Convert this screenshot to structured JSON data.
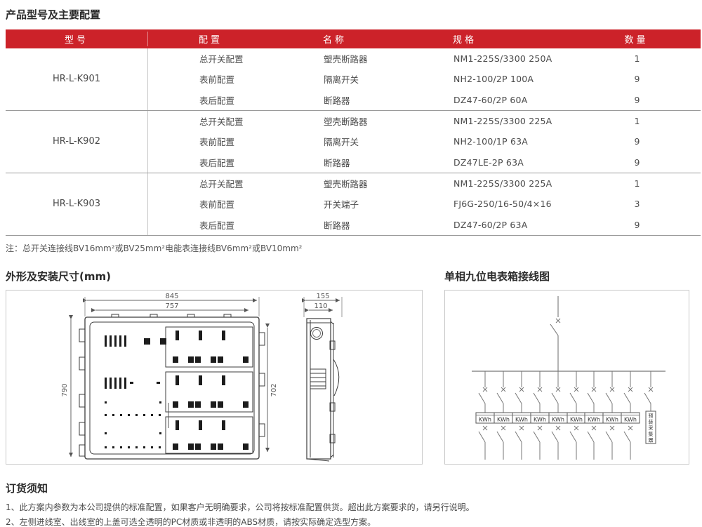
{
  "page": {
    "title": "产品型号及主要配置"
  },
  "colors": {
    "accent_red": "#CC2229",
    "body_text": "#4a4a4a",
    "line_gray": "#9a9a9a"
  },
  "table": {
    "headers": [
      "型号",
      "配置",
      "名称",
      "规格",
      "数量"
    ],
    "groups": [
      {
        "model": "HR-L-K901",
        "rows": [
          [
            "总开关配置",
            "塑壳断路器",
            "NM1-225S/3300  250A",
            "1"
          ],
          [
            "表前配置",
            "隔离开关",
            "NH2-100/2P  100A",
            "9"
          ],
          [
            "表后配置",
            "断路器",
            "DZ47-60/2P  60A",
            "9"
          ]
        ]
      },
      {
        "model": "HR-L-K902",
        "rows": [
          [
            "总开关配置",
            "塑壳断路器",
            "NM1-225S/3300  225A",
            "1"
          ],
          [
            "表前配置",
            "隔离开关",
            "NH2-100/1P  63A",
            "9"
          ],
          [
            "表后配置",
            "断路器",
            "DZ47LE-2P  63A",
            "9"
          ]
        ]
      },
      {
        "model": "HR-L-K903",
        "rows": [
          [
            "总开关配置",
            "塑壳断路器",
            "NM1-225S/3300  225A",
            "1"
          ],
          [
            "表前配置",
            "开关端子",
            "FJ6G-250/16-50/4×16",
            "3"
          ],
          [
            "表后配置",
            "断路器",
            "DZ47-60/2P  63A",
            "9"
          ]
        ]
      }
    ],
    "note": "注：总开关连接线BV16mm²或BV25mm²电能表连接线BV6mm²或BV10mm²"
  },
  "outline": {
    "title": "外形及安装尺寸(mm)",
    "dims": {
      "front_outer_width": "845",
      "front_inner_width": "757",
      "front_outer_height": "790",
      "front_inner_height": "702",
      "side_outer_depth": "155",
      "side_inner_depth": "110"
    }
  },
  "wiring": {
    "title": "单相九位电表箱接线图",
    "meter_label": "KWh",
    "meter_count": 9,
    "collector_label": "预装采集器"
  },
  "ordering": {
    "title": "订货须知",
    "items": [
      "1、此方案内参数为本公司提供的标准配置，如果客户无明确要求，公司将按标准配置供货。超出此方案要求的，请另行说明。",
      "2、左侧进线室、出线室的上盖可选全透明的PC材质或非透明的ABS材质，请按实际确定选型方案。"
    ]
  }
}
